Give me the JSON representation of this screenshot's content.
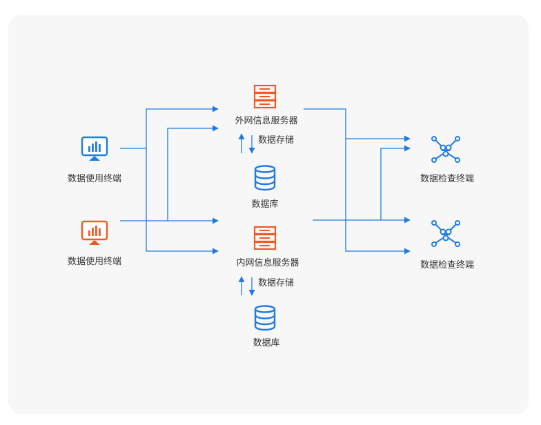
{
  "nodes": {
    "terminal_top": {
      "label": "数据使用终端",
      "icon": "monitor-chart-icon",
      "color": "#1e7be0"
    },
    "terminal_bottom": {
      "label": "数据使用终端",
      "icon": "monitor-chart-icon",
      "color": "#ef5a24"
    },
    "server_external": {
      "label": "外网信息服务器",
      "icon": "server-icon",
      "color": "#ef5a24"
    },
    "storage_external": {
      "label": "数据存储"
    },
    "db_external": {
      "label": "数据库",
      "icon": "database-icon",
      "color": "#1e7be0"
    },
    "server_internal": {
      "label": "内网信息服务器",
      "icon": "server-icon",
      "color": "#ef5a24"
    },
    "storage_internal": {
      "label": "数据存储"
    },
    "db_internal": {
      "label": "数据库",
      "icon": "database-icon",
      "color": "#1e7be0"
    },
    "check_top": {
      "label": "数据检查终端",
      "icon": "network-nodes-icon",
      "color": "#1e7be0"
    },
    "check_bottom": {
      "label": "数据检查终端",
      "icon": "network-nodes-icon",
      "color": "#1e7be0"
    }
  },
  "colors": {
    "connector": "#1e7be0",
    "panel": "#f7f7f7",
    "text": "#333333"
  }
}
